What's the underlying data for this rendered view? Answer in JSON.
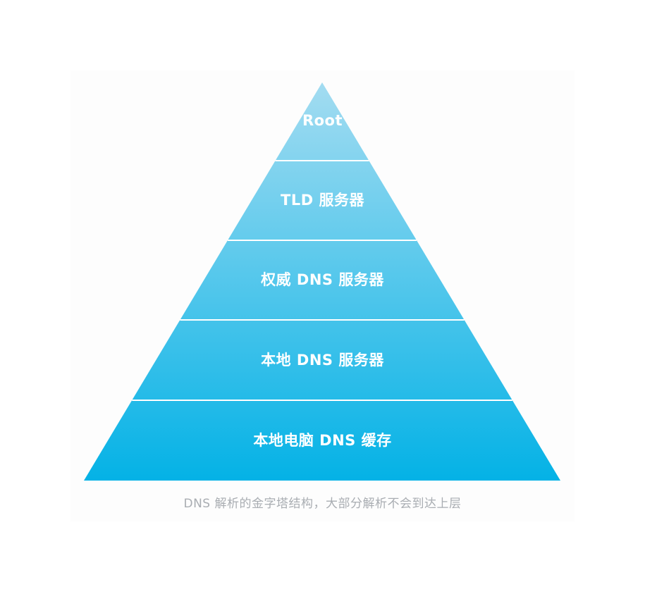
{
  "pyramid": {
    "tiers": [
      {
        "label": "Root"
      },
      {
        "label": "TLD 服务器"
      },
      {
        "label": "权威 DNS 服务器"
      },
      {
        "label": "本地 DNS 服务器"
      },
      {
        "label": "本地电脑 DNS 缓存"
      }
    ],
    "colors": {
      "top": "#a3dcf1",
      "bottom": "#04b2e6",
      "divider": "#ffffff",
      "label": "#ffffff"
    }
  },
  "caption": "DNS 解析的金字塔结构，大部分解析不会到达上层"
}
